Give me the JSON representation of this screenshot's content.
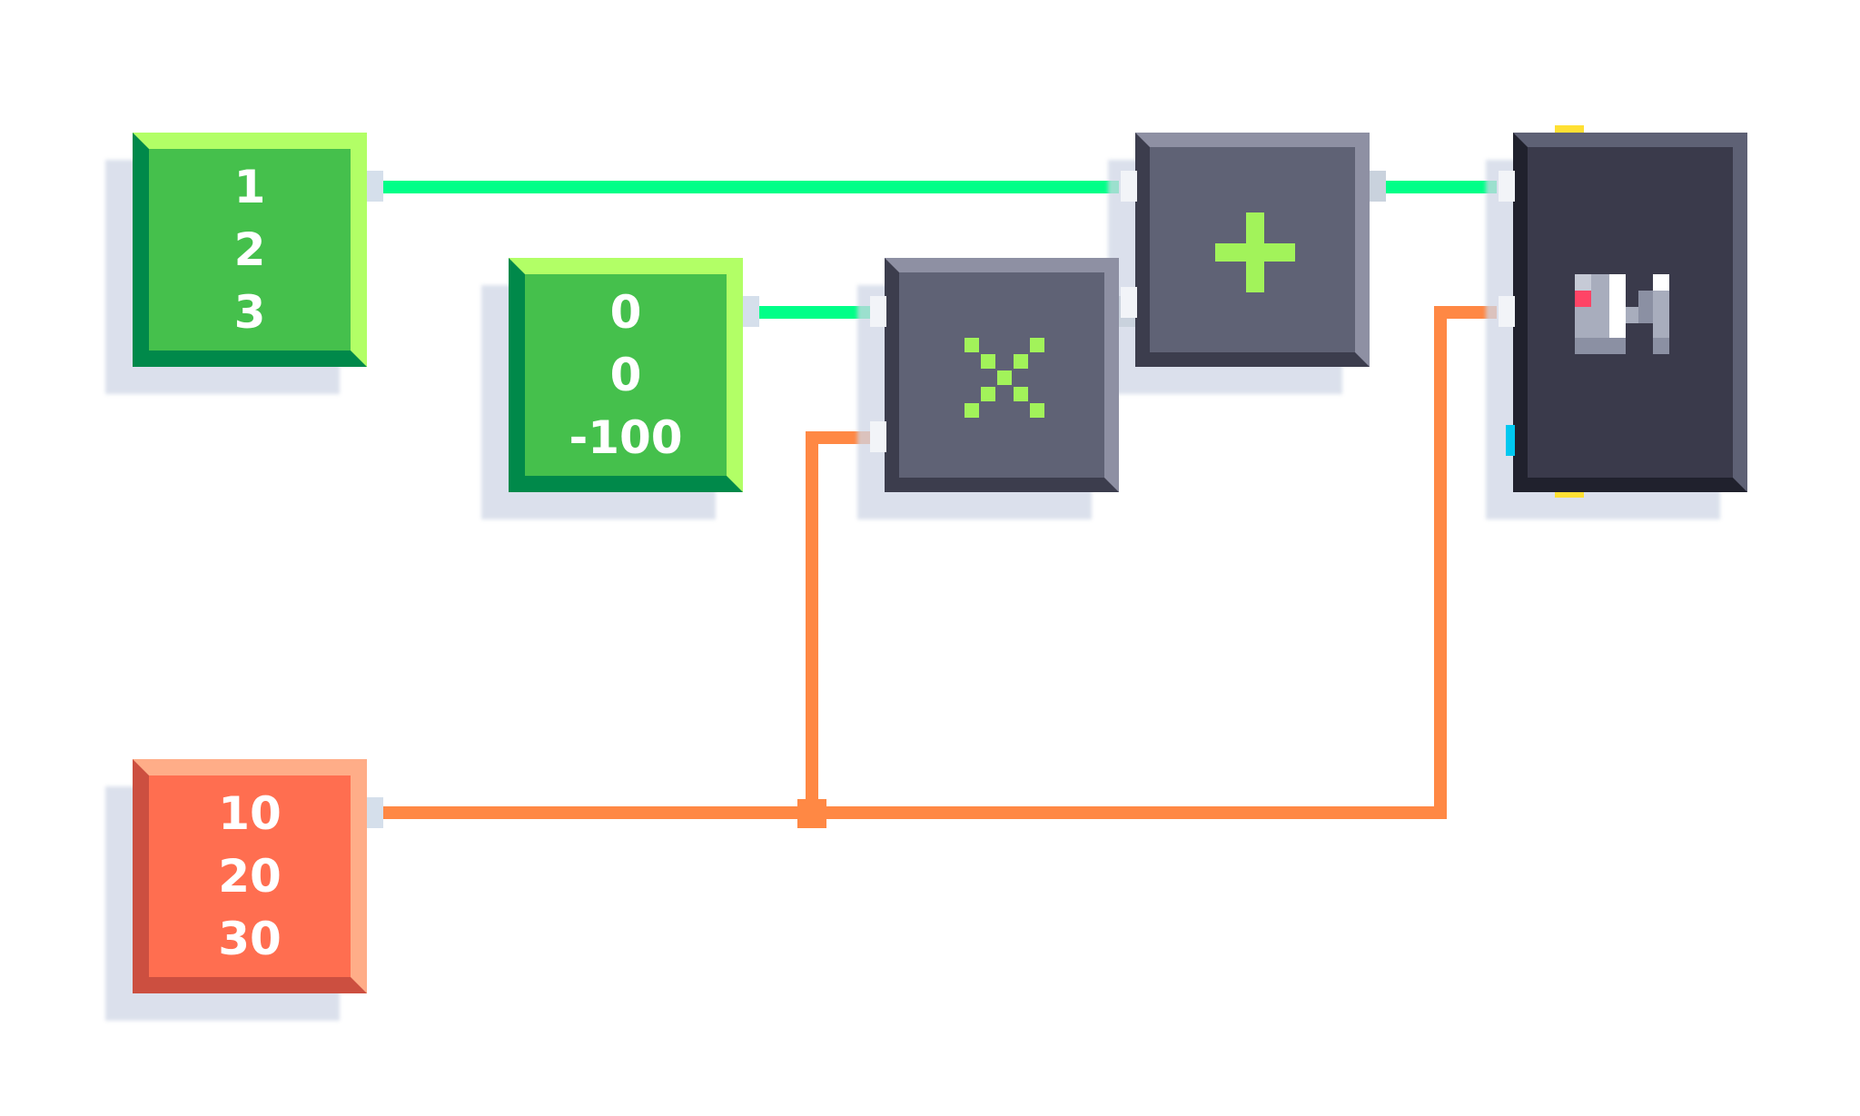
{
  "nodes": {
    "vector_a": {
      "values": [
        "1",
        "2",
        "3"
      ]
    },
    "vector_b": {
      "values": [
        "0",
        "0",
        "-100"
      ]
    },
    "vector_c": {
      "values": [
        "10",
        "20",
        "30"
      ]
    },
    "multiply": {
      "icon": "multiply-icon"
    },
    "add": {
      "icon": "plus-icon"
    },
    "camera": {
      "icon": "camera-icon"
    }
  },
  "colors": {
    "green_wire": "#00ff88",
    "orange_wire": "#ff8844",
    "green_node": "#45c04c",
    "orange_node": "#ff6e50",
    "operator_node": "#5f6275",
    "camera_node": "#3a3a4b",
    "operator_icon": "#a2f35a"
  },
  "connections": [
    {
      "from": "vector_a",
      "to": "add"
    },
    {
      "from": "vector_b",
      "to": "multiply"
    },
    {
      "from": "vector_c",
      "to": "multiply"
    },
    {
      "from": "multiply",
      "to": "add"
    },
    {
      "from": "add",
      "to": "camera"
    },
    {
      "from": "vector_c",
      "to": "camera"
    }
  ]
}
